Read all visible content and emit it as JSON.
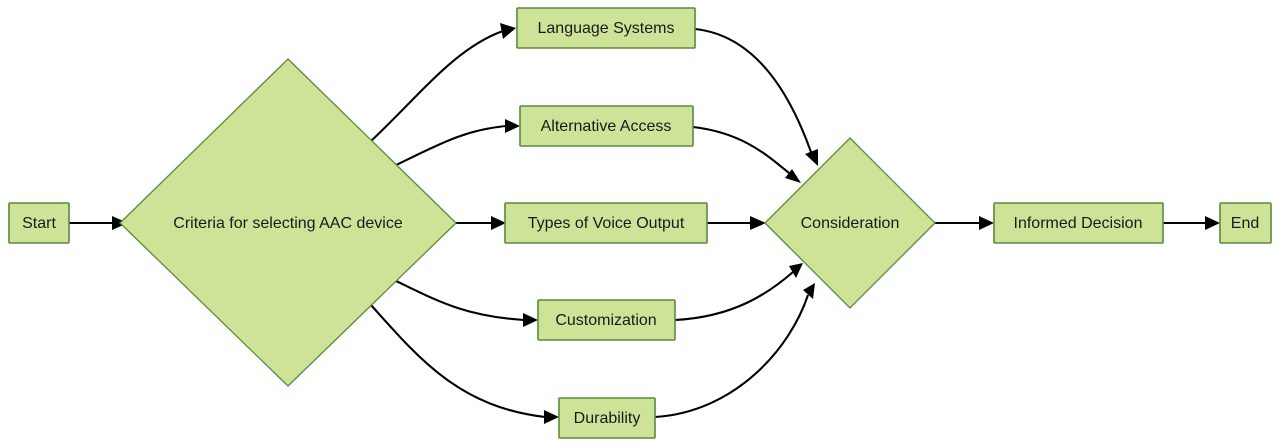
{
  "diagram": {
    "title": "Criteria for selecting AAC device flowchart",
    "background_color": "#ffffff",
    "node_fill": "#cde498",
    "node_stroke": "#5a8a3c",
    "edge_color": "#000000",
    "label_color": "#1a1a1a"
  },
  "nodes": {
    "start": {
      "label": "Start",
      "shape": "rect"
    },
    "criteria": {
      "label": "Criteria for selecting AAC device",
      "shape": "diamond"
    },
    "language_systems": {
      "label": "Language Systems",
      "shape": "rect"
    },
    "alternative_access": {
      "label": "Alternative Access",
      "shape": "rect"
    },
    "types_of_voice_output": {
      "label": "Types of Voice Output",
      "shape": "rect"
    },
    "customization": {
      "label": "Customization",
      "shape": "rect"
    },
    "durability": {
      "label": "Durability",
      "shape": "rect"
    },
    "consideration": {
      "label": "Consideration",
      "shape": "diamond"
    },
    "informed_decision": {
      "label": "Informed Decision",
      "shape": "rect"
    },
    "end": {
      "label": "End",
      "shape": "rect"
    }
  },
  "edges": [
    {
      "from": "start",
      "to": "criteria",
      "label": ""
    },
    {
      "from": "criteria",
      "to": "language_systems",
      "label": ""
    },
    {
      "from": "criteria",
      "to": "alternative_access",
      "label": ""
    },
    {
      "from": "criteria",
      "to": "types_of_voice_output",
      "label": ""
    },
    {
      "from": "criteria",
      "to": "customization",
      "label": ""
    },
    {
      "from": "criteria",
      "to": "durability",
      "label": ""
    },
    {
      "from": "language_systems",
      "to": "consideration",
      "label": ""
    },
    {
      "from": "alternative_access",
      "to": "consideration",
      "label": ""
    },
    {
      "from": "types_of_voice_output",
      "to": "consideration",
      "label": ""
    },
    {
      "from": "customization",
      "to": "consideration",
      "label": ""
    },
    {
      "from": "durability",
      "to": "consideration",
      "label": ""
    },
    {
      "from": "consideration",
      "to": "informed_decision",
      "label": ""
    },
    {
      "from": "informed_decision",
      "to": "end",
      "label": ""
    }
  ]
}
